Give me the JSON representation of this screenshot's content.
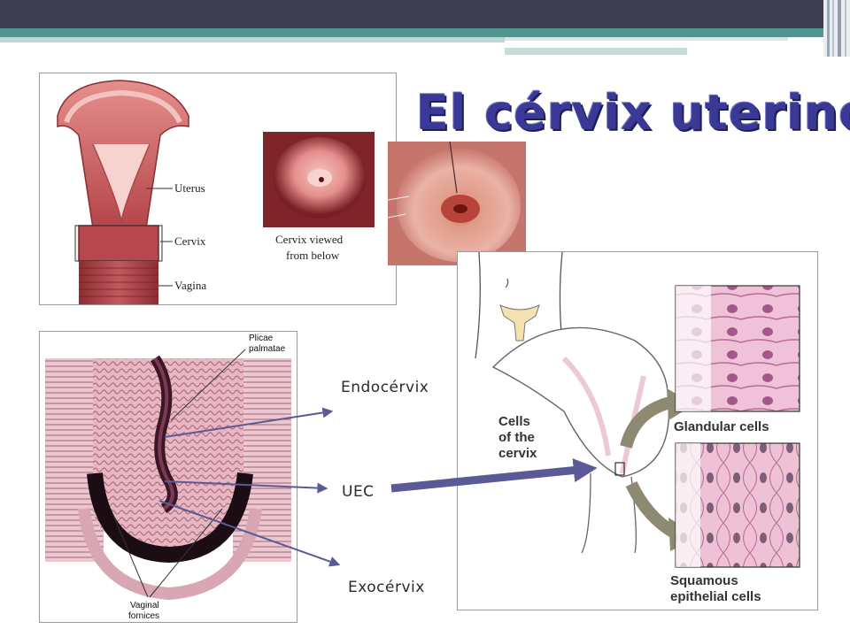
{
  "slide": {
    "title": "El cérvix uterino",
    "labels": {
      "endocervix": "Endocérvix",
      "uec": "UEC",
      "exocervix": "Exocérvix"
    }
  },
  "figure_uterus": {
    "uterus": "Uterus",
    "cervix": "Cervix",
    "vagina": "Vagina",
    "caption_line1": "Cervix viewed",
    "caption_line2": "from below"
  },
  "figure_section": {
    "plicae_line1": "Plicae",
    "plicae_line2": "palmatae",
    "fornices_line1": "Vaginal",
    "fornices_line2": "fornices"
  },
  "figure_cells": {
    "cells_line1": "Cells",
    "cells_line2": "of the",
    "cells_line3": "cervix",
    "glandular": "Glandular cells",
    "squamous_line1": "Squamous",
    "squamous_line2": "epithelial cells"
  },
  "colors": {
    "header_dark": "#3f3e51",
    "header_teal": "#50958f",
    "title": "#3a3a96",
    "arrow": "#5a5a96"
  }
}
